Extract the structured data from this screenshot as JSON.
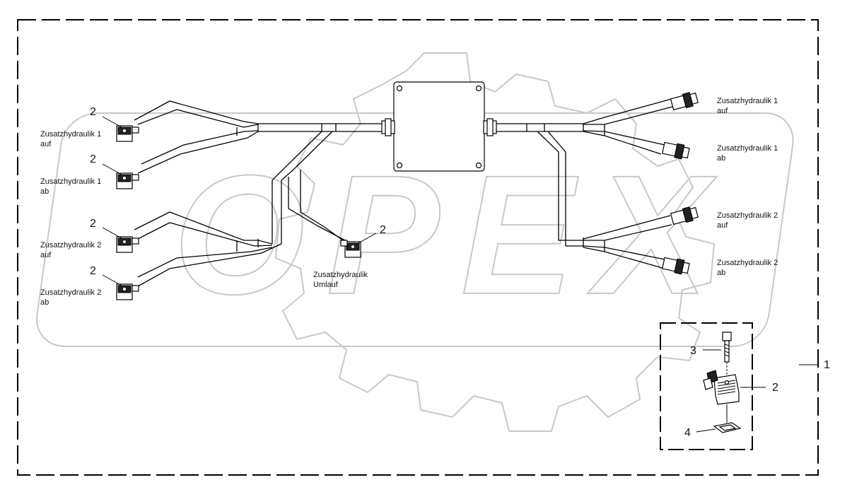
{
  "watermark": {
    "text": "OPEX"
  },
  "labels": {
    "left": [
      {
        "line1": "Zusatzhydraulik 1",
        "line2": "auf",
        "number": "2"
      },
      {
        "line1": "Zusatzhydraulik 1",
        "line2": "ab",
        "number": "2"
      },
      {
        "line1": "Zusatzhydraulik 2",
        "line2": "auf",
        "number": "2"
      },
      {
        "line1": "Zusatzhydraulik 2",
        "line2": "ab",
        "number": "2"
      }
    ],
    "center": {
      "line1": "Zusatzhydraulik",
      "line2": "Umlauf",
      "number": "2"
    },
    "right": [
      {
        "line1": "Zusatzhydraulik 1",
        "line2": "auf"
      },
      {
        "line1": "Zusatzhydraulik 1",
        "line2": "ab"
      },
      {
        "line1": "Zusatzhydraulik 2",
        "line2": "auf"
      },
      {
        "line1": "Zusatzhydraulik 2",
        "line2": "ab"
      }
    ]
  },
  "callouts": {
    "assembly": "1",
    "valve_plug": "2",
    "screw": "3",
    "seal": "4"
  }
}
